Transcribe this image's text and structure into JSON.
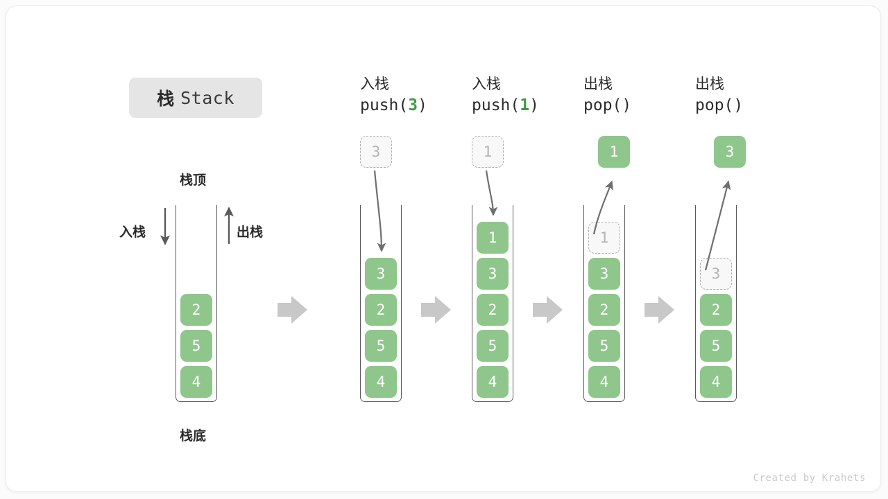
{
  "title": {
    "cn": "栈",
    "en": "Stack"
  },
  "labels": {
    "top": "栈顶",
    "bottom": "栈底",
    "push": "入栈",
    "pop": "出栈"
  },
  "footer": "Created by Krahets",
  "colors": {
    "cell_green": "#8ec68b",
    "ghost_fill": "#f8f8f8",
    "ghost_border": "#acacac",
    "ghost_text": "#b4b4b4",
    "badge_bg": "#e5e5e5",
    "arrow_gray": "#c8c8c8",
    "curve_arrow": "#6e6e6e",
    "wall": "#5a5a5a",
    "code_num": "#3f9a46"
  },
  "columns": [
    {
      "name": "initial",
      "head_cn": "",
      "head_code": "",
      "cells": [
        "2",
        "5",
        "4"
      ],
      "ghost_top": null,
      "ghost_inside": null,
      "popped": null
    },
    {
      "name": "push-3",
      "head_cn": "入栈",
      "head_code_prefix": "push(",
      "head_code_num": "3",
      "head_code_suffix": ")",
      "cells": [
        "3",
        "2",
        "5",
        "4"
      ],
      "ghost_top": "3",
      "ghost_inside": null,
      "popped": null
    },
    {
      "name": "push-1",
      "head_cn": "入栈",
      "head_code_prefix": "push(",
      "head_code_num": "1",
      "head_code_suffix": ")",
      "cells": [
        "1",
        "3",
        "2",
        "5",
        "4"
      ],
      "ghost_top": "1",
      "ghost_inside": null,
      "popped": null
    },
    {
      "name": "pop-1",
      "head_cn": "出栈",
      "head_code_prefix": "pop(",
      "head_code_num": "",
      "head_code_suffix": ")",
      "cells": [
        "3",
        "2",
        "5",
        "4"
      ],
      "ghost_top": null,
      "ghost_inside": "1",
      "popped": "1"
    },
    {
      "name": "pop-3",
      "head_cn": "出栈",
      "head_code_prefix": "pop(",
      "head_code_num": "",
      "head_code_suffix": ")",
      "cells": [
        "2",
        "5",
        "4"
      ],
      "ghost_top": null,
      "ghost_inside": "3",
      "popped": "3"
    }
  ]
}
